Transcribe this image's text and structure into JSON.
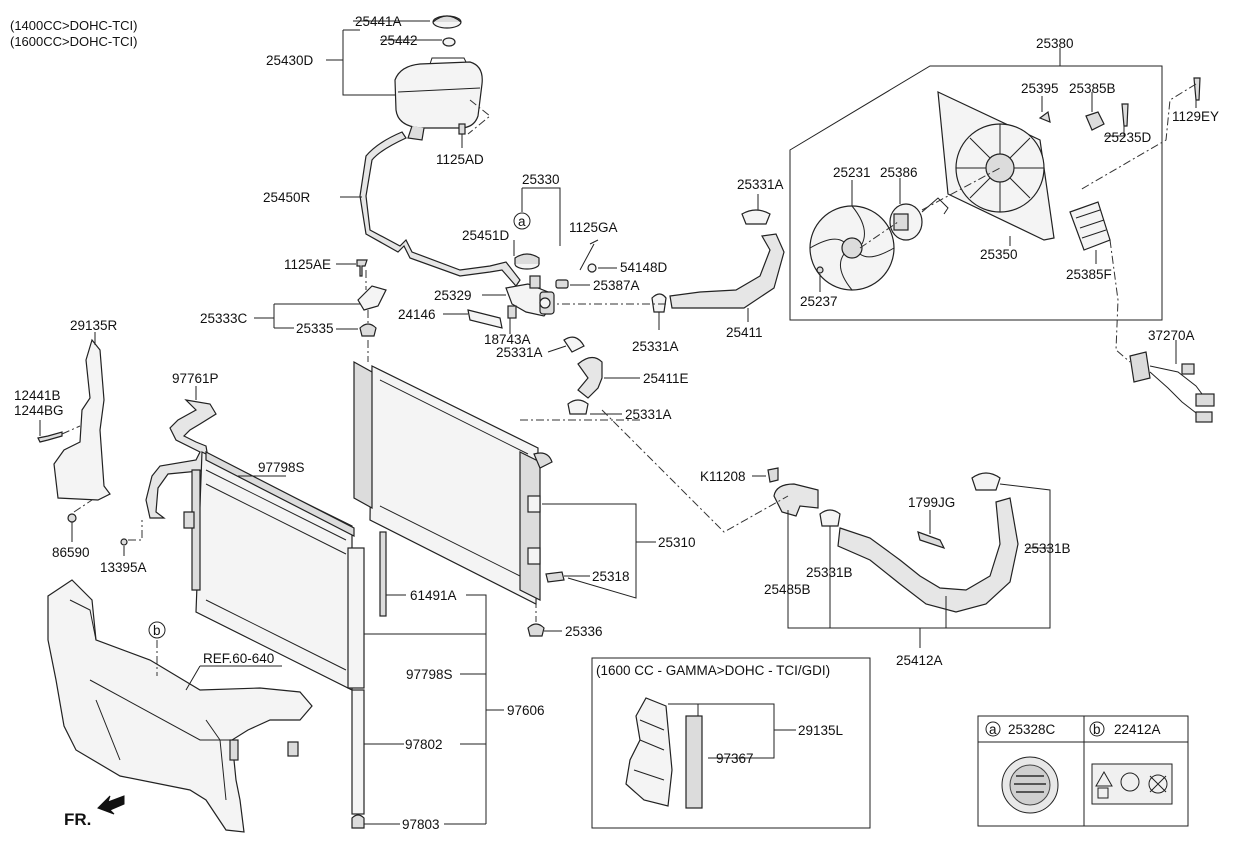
{
  "header": {
    "line1": "(1400CC>DOHC-TCI)",
    "line2": "(1600CC>DOHC-TCI)"
  },
  "labels": {
    "p25441A": "25441A",
    "p25442": "25442",
    "p25430D": "25430D",
    "p1125AD": "1125AD",
    "p25450R": "25450R",
    "p25330": "25330",
    "p25451D": "25451D",
    "p1125GA": "1125GA",
    "p54148D": "54148D",
    "p25387A": "25387A",
    "p25329": "25329",
    "p1125AE": "1125AE",
    "p24146": "24146",
    "p18743A": "18743A",
    "p25331A_a": "25331A",
    "p25333C": "25333C",
    "p25335": "25335",
    "p29135R": "29135R",
    "p97761P": "97761P",
    "p12441B": "12441B",
    "p1244BG": "1244BG",
    "p86590": "86590",
    "p13395A": "13395A",
    "p97798S_a": "97798S",
    "p25411E": "25411E",
    "p25331A_b": "25331A",
    "p25331A_c": "25331A",
    "p25331A_d": "25331A",
    "p25411": "25411",
    "p25380": "25380",
    "p25395": "25395",
    "p25385B": "25385B",
    "p1129EY": "1129EY",
    "p25235D": "25235D",
    "p25231": "25231",
    "p25386": "25386",
    "p25350": "25350",
    "p25385F": "25385F",
    "p25237": "25237",
    "p37270A": "37270A",
    "pK11208": "K11208",
    "p1799JG": "1799JG",
    "p25310": "25310",
    "p25318": "25318",
    "p25336": "25336",
    "p25485B": "25485B",
    "p25331B_a": "25331B",
    "p25331B_b": "25331B",
    "p25412A": "25412A",
    "p61491A": "61491A",
    "p97798S_b": "97798S",
    "p97606": "97606",
    "p97802": "97802",
    "p97803": "97803",
    "p29135L": "29135L",
    "p97367": "97367",
    "ref": "REF.60-640",
    "fr": "FR.",
    "circle_a": "a",
    "circle_b": "b"
  },
  "inset": {
    "title": "(1600 CC - GAMMA>DOHC - TCI/GDI)"
  },
  "legend": {
    "a_letter": "a",
    "a_part": "25328C",
    "b_letter": "b",
    "b_part": "22412A"
  }
}
